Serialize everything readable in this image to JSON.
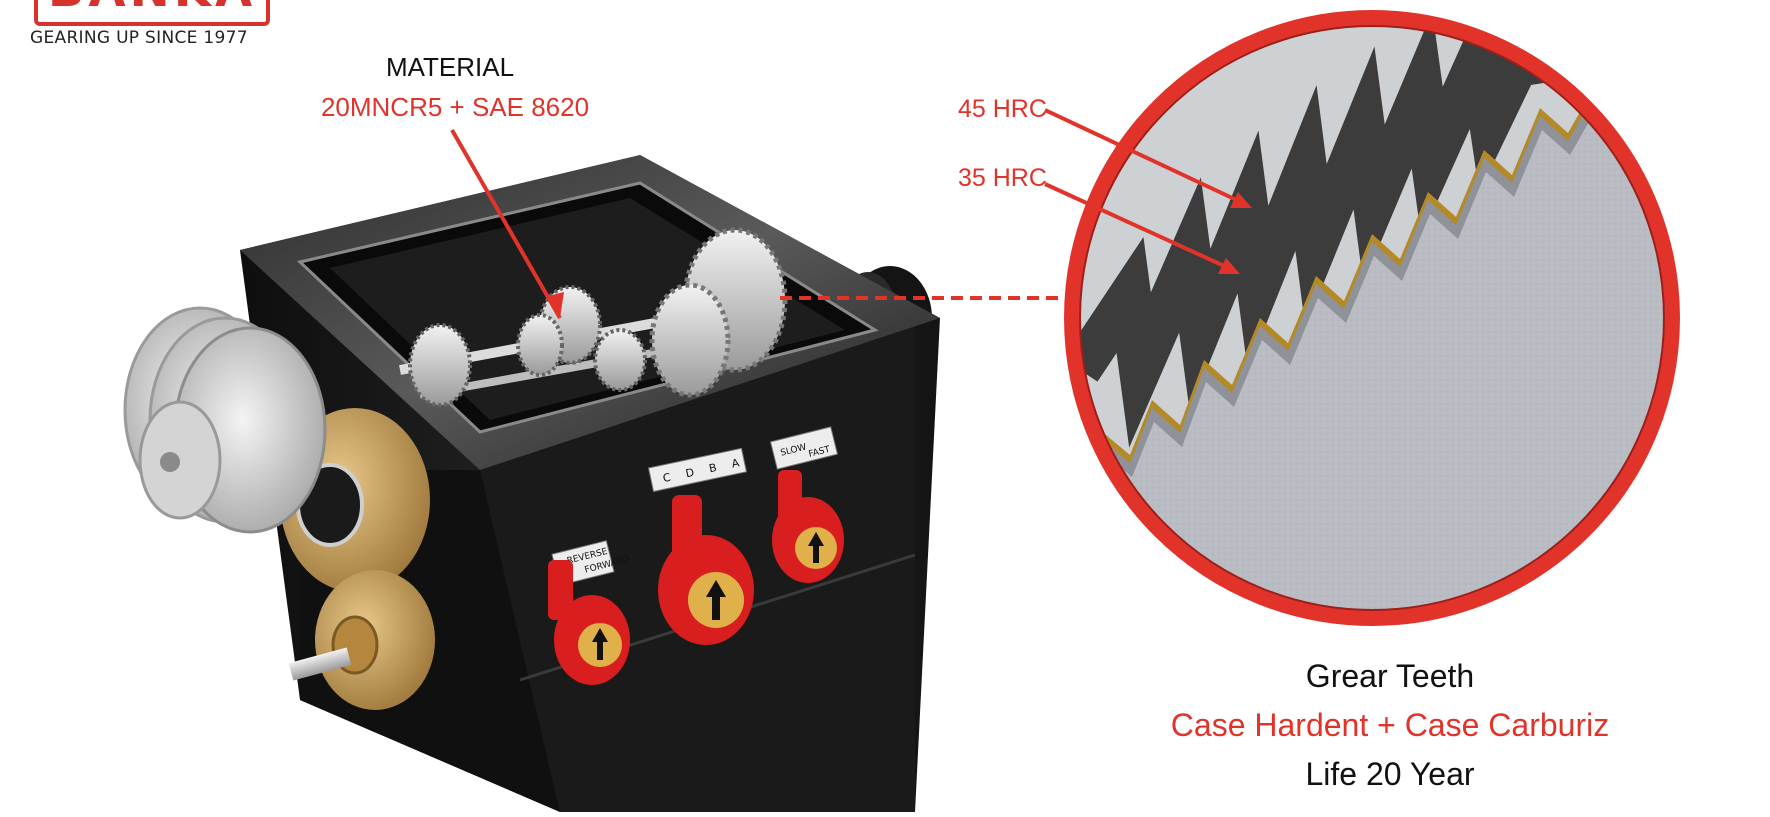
{
  "brand": {
    "logo_text": "BANKA",
    "tagline": "GEARING UP SINCE 1977"
  },
  "material": {
    "title": "MATERIAL",
    "value": "20MNCR5 + SAE 8620"
  },
  "hardness": {
    "outer": "45 HRC",
    "inner": "35 HRC"
  },
  "gearbox_labels": {
    "direction_top": "REVERSE",
    "direction_bottom": "FORWARD",
    "gear_letters": "C D B A",
    "speed_left": "SLOW",
    "speed_right": "FAST"
  },
  "caption": {
    "line1": "Grear Teeth",
    "line2": "Case Hardent + Case Carburiz",
    "line3": "Life 20 Year"
  },
  "colors": {
    "accent_red": "#e2332b",
    "case_layer": "#b48a28",
    "gearbox_body": "#1c1c1c",
    "lever_red": "#d81e1e",
    "bronze": "#c9a15a"
  }
}
